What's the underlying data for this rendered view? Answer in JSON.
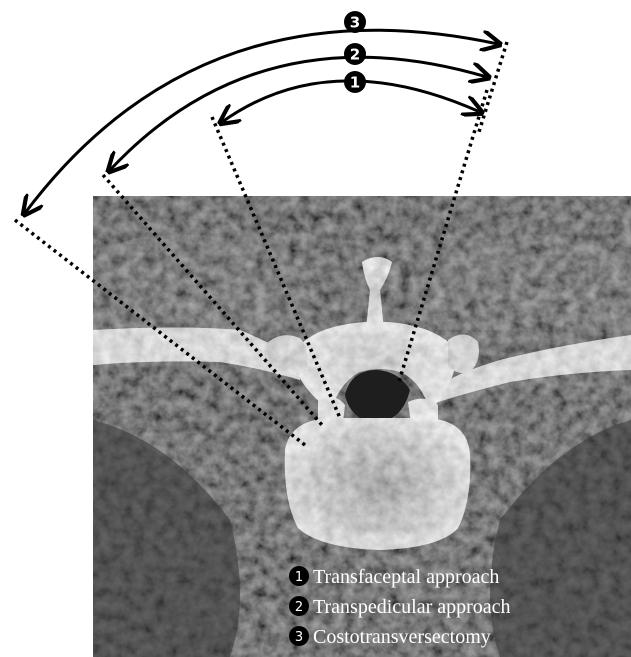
{
  "approaches": [
    {
      "number": "1",
      "label": "Transfaceptal approach"
    },
    {
      "number": "2",
      "label": "Transpedicular approach"
    },
    {
      "number": "3",
      "label": "Costotransversectomy"
    }
  ],
  "colors": {
    "background": "#ffffff",
    "scan_dark": "#2b2b2b",
    "bone": "#e9e9e9",
    "line": "#000000",
    "legend_text": "#ffffff",
    "badge_fill": "#000000",
    "badge_text": "#ffffff"
  }
}
